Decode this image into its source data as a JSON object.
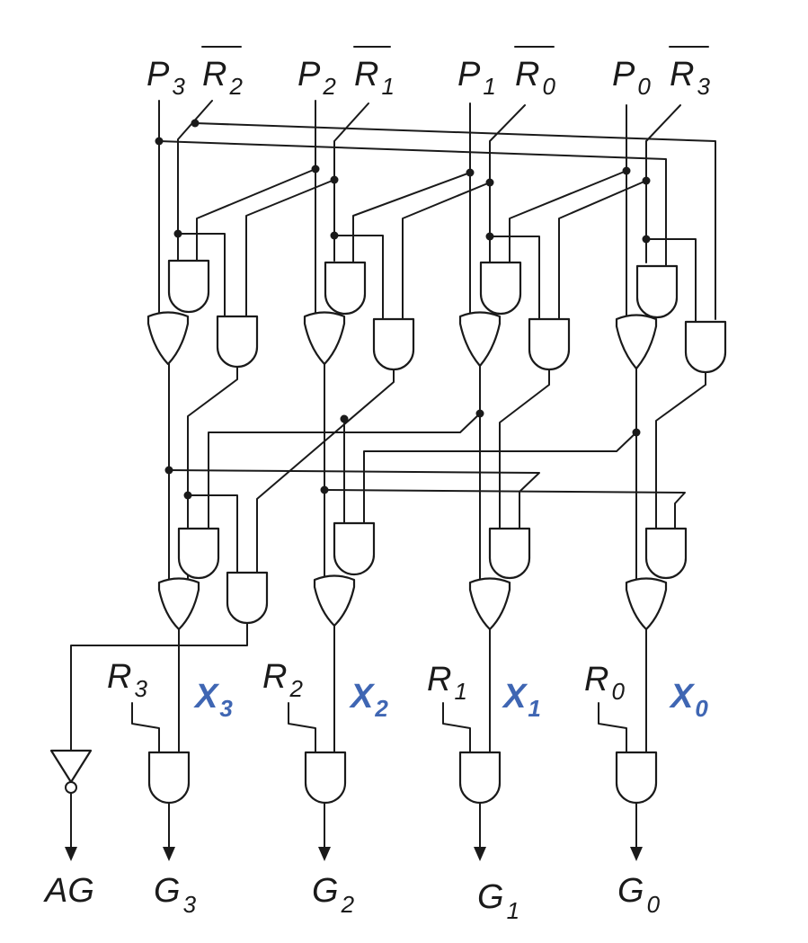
{
  "colors": {
    "ink": "#1a1a1a",
    "accent": "#3f66b3"
  },
  "inputs": {
    "p3": {
      "main": "P",
      "sub": "3"
    },
    "r2bar": {
      "main": "R",
      "sub": "2"
    },
    "p2": {
      "main": "P",
      "sub": "2"
    },
    "r1bar": {
      "main": "R",
      "sub": "1"
    },
    "p1": {
      "main": "P",
      "sub": "1"
    },
    "r0bar": {
      "main": "R",
      "sub": "0"
    },
    "p0": {
      "main": "P",
      "sub": "0"
    },
    "r3bar": {
      "main": "R",
      "sub": "3"
    }
  },
  "grants_in": {
    "r3": {
      "main": "R",
      "sub": "3"
    },
    "r2": {
      "main": "R",
      "sub": "2"
    },
    "r1": {
      "main": "R",
      "sub": "1"
    },
    "r0": {
      "main": "R",
      "sub": "0"
    }
  },
  "x_signals": {
    "x3": {
      "main": "X",
      "sub": "3"
    },
    "x2": {
      "main": "X",
      "sub": "2"
    },
    "x1": {
      "main": "X",
      "sub": "1"
    },
    "x0": {
      "main": "X",
      "sub": "0"
    }
  },
  "outputs": {
    "ag": "AG",
    "g3": {
      "main": "G",
      "sub": "3"
    },
    "g2": {
      "main": "G",
      "sub": "2"
    },
    "g1": {
      "main": "G",
      "sub": "1"
    },
    "g0": {
      "main": "G",
      "sub": "0"
    }
  }
}
